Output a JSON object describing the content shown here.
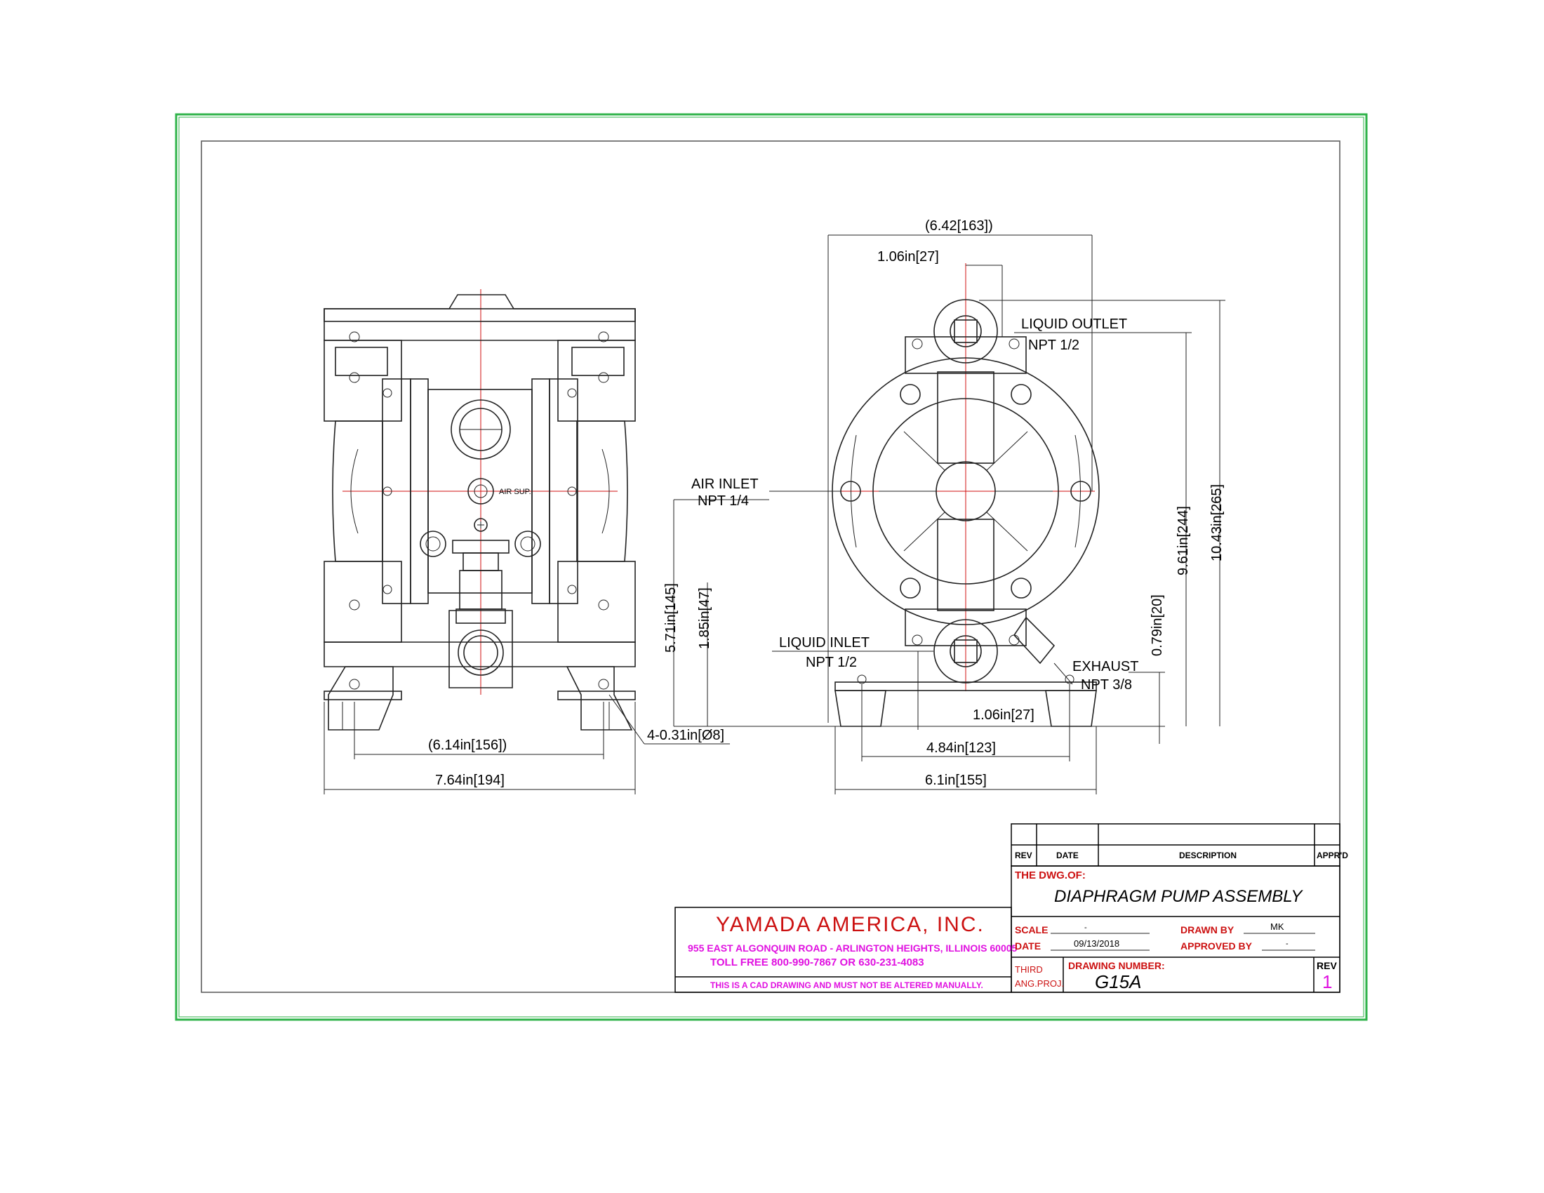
{
  "front_view": {
    "dim_bolt_spacing": "(6.14in[156])",
    "dim_overall_width": "7.64in[194]",
    "dim_mount_hole": "4-0.31in[Ø8]",
    "air_sup_label": "AIR SUP."
  },
  "side_view": {
    "dim_depth": "(6.42[163])",
    "dim_outlet_offset": "1.06in[27]",
    "liquid_outlet": "LIQUID OUTLET",
    "liquid_outlet_size": "NPT 1/2",
    "air_inlet": "AIR INLET",
    "air_inlet_size": "NPT 1/4",
    "liquid_inlet": "LIQUID INLET",
    "liquid_inlet_size": "NPT 1/2",
    "exhaust": "EXHAUST",
    "exhaust_size": "NPT 3/8",
    "dim_air_height": "5.71in[145]",
    "dim_inlet_height": "1.85in[47]",
    "dim_exhaust_height": "0.79in[20]",
    "dim_outlet_height": "9.61in[244]",
    "dim_overall_height": "10.43in[265]",
    "dim_inlet_offset": "1.06in[27]",
    "dim_base_bolts": "4.84in[123]",
    "dim_base_width": "6.1in[155]"
  },
  "revision_block": {
    "col_rev": "REV",
    "col_date": "DATE",
    "col_description": "DESCRIPTION",
    "col_apprd": "APPR'D"
  },
  "title_block": {
    "company": "YAMADA  AMERICA,  INC.",
    "address": "955 EAST ALGONQUIN ROAD - ARLINGTON HEIGHTS, ILLINOIS 60005",
    "phone": "TOLL FREE 800-990-7867 OR 630-231-4083",
    "notice": "THIS IS A CAD DRAWING AND MUST NOT BE ALTERED MANUALLY.",
    "dwg_of_label": "THE DWG.OF:",
    "dwg_title": "DIAPHRAGM PUMP ASSEMBLY",
    "scale_label": "SCALE",
    "scale_value": "-",
    "date_label": "DATE",
    "date_value": "09/13/2018",
    "drawn_by_label": "DRAWN BY",
    "drawn_by_value": "MK",
    "approved_by_label": "APPROVED BY",
    "approved_by_value": "-",
    "projection_line1": "THIRD",
    "projection_line2": "ANG.PROJ.",
    "drawing_number_label": "DRAWING NUMBER:",
    "drawing_number": "G15A",
    "rev_label": "REV",
    "rev_value": "1"
  },
  "colors": {
    "outer_border": "#2fb34a",
    "centerline": "#d01010",
    "title_red": "#cc1111",
    "title_magenta": "#e010e0"
  }
}
